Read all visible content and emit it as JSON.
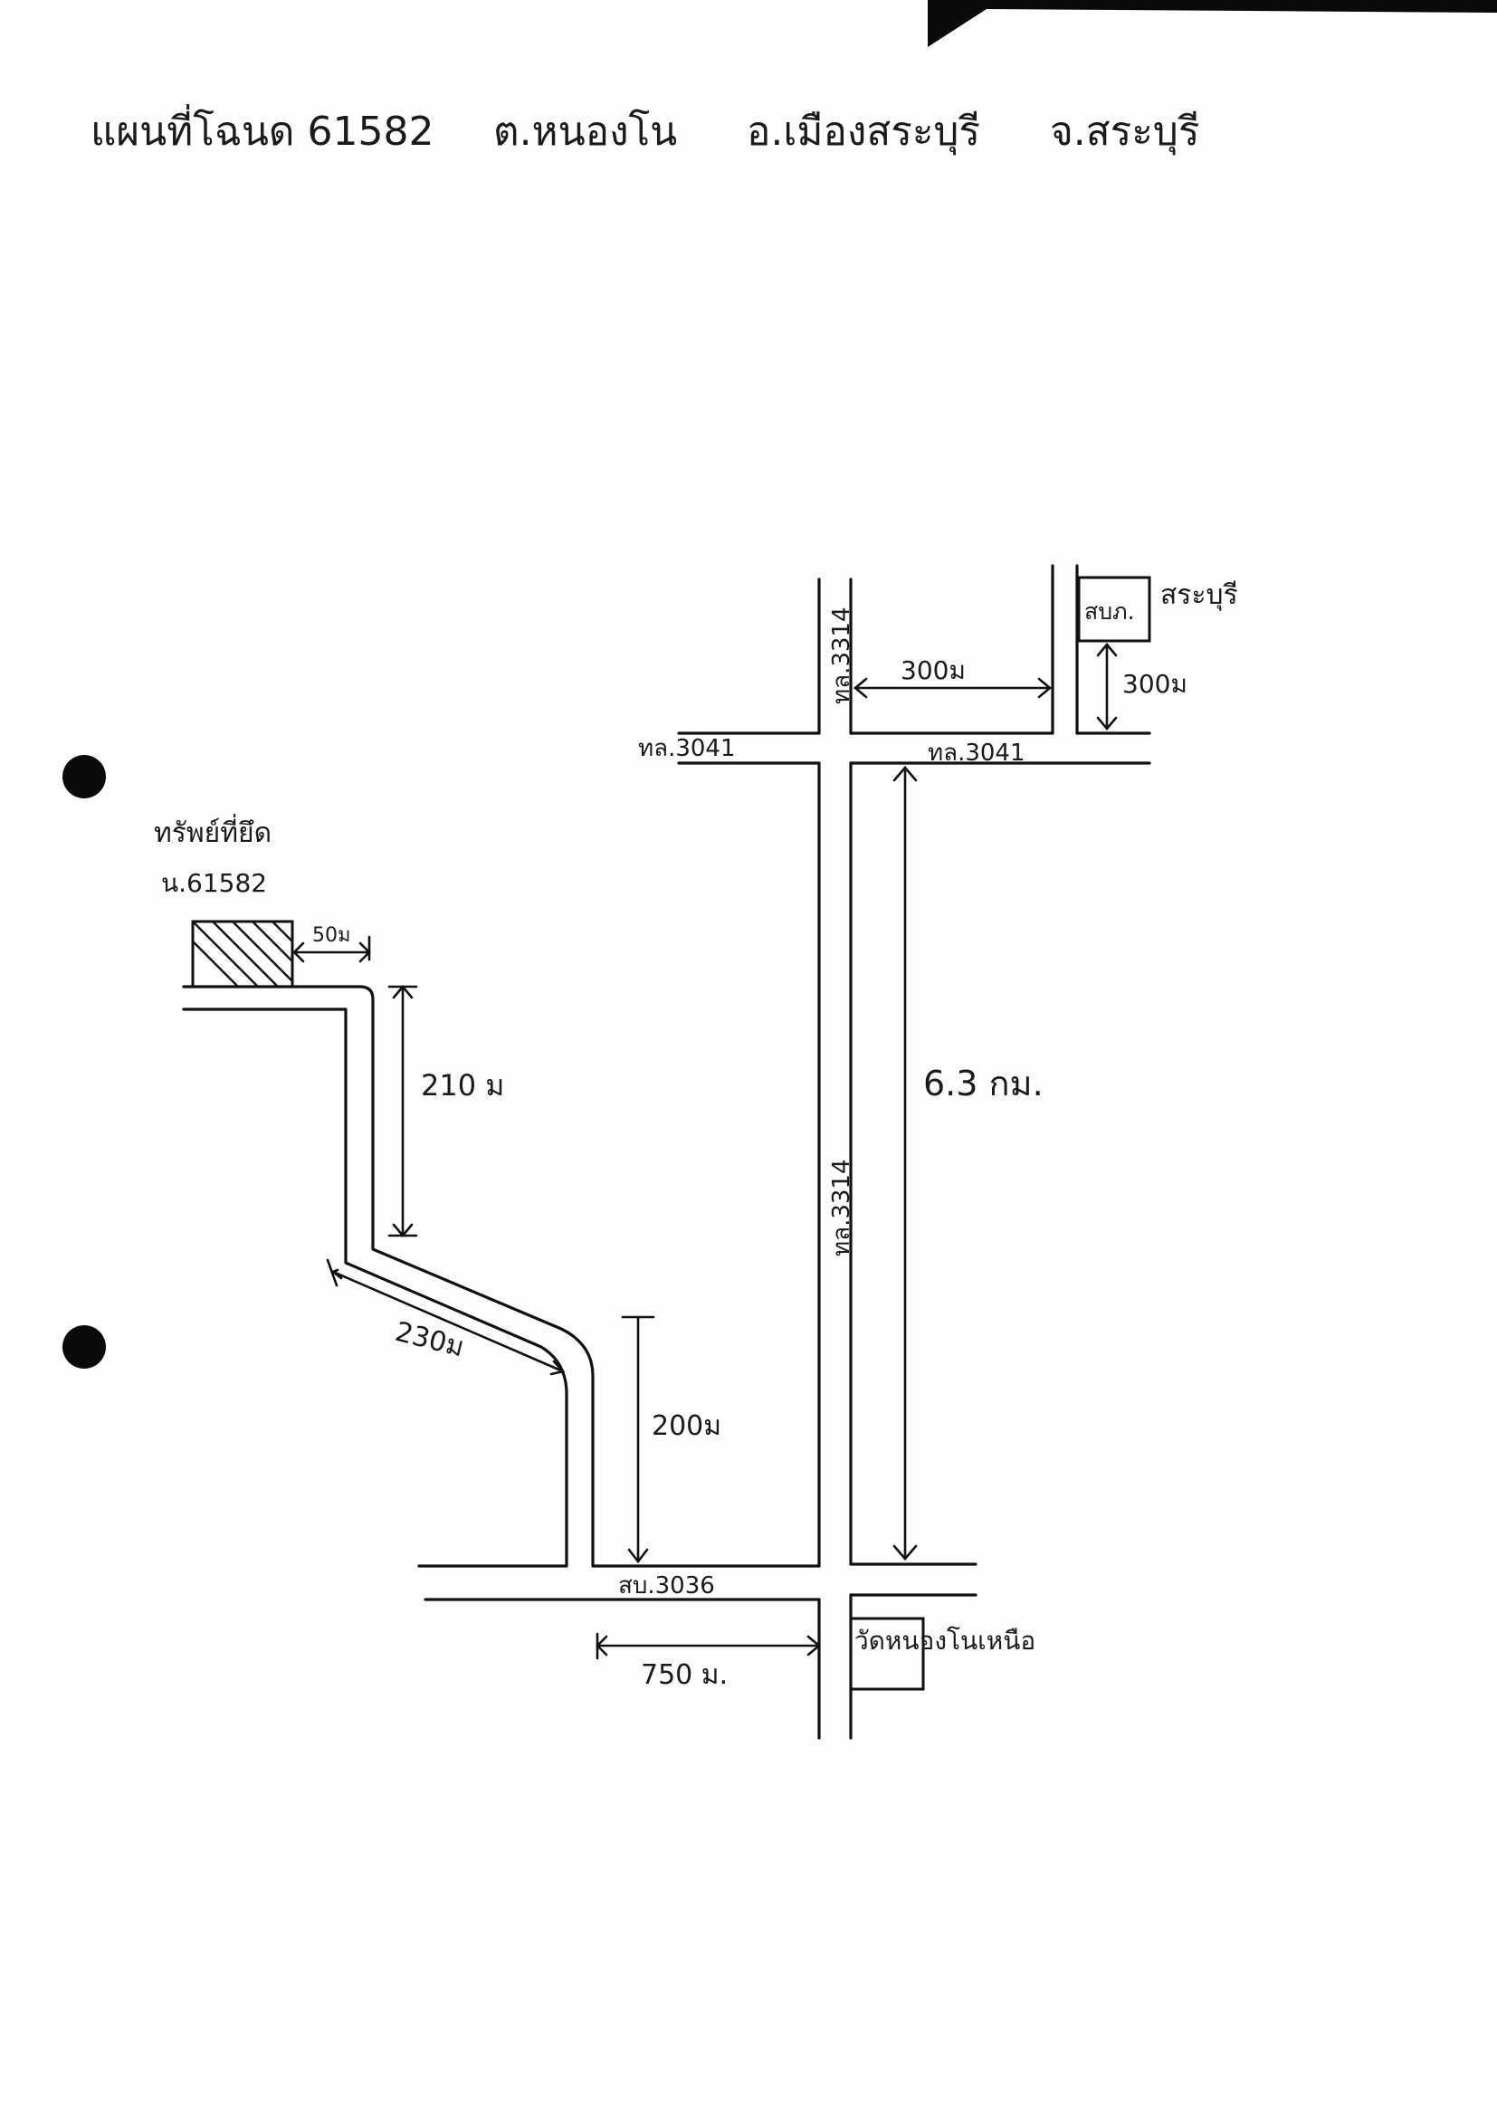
{
  "header": {
    "title": "แผนที่โฉนด 61582",
    "subdistrict": "ต.หนองโน",
    "district": "อ.เมืองสระบุรี",
    "province": "จ.สระบุรี"
  },
  "property": {
    "label_line1": "ทรัพย์ที่ยึด",
    "label_line2": "น.61582"
  },
  "roads": {
    "route_3314_top": "ทล.3314",
    "route_3314_main": "ทล.3314",
    "route_3041_left": "ทล.3041",
    "route_3041_right": "ทล.3041",
    "route_3036": "สบ.3036"
  },
  "landmarks": {
    "office": "สบภ.",
    "office_suffix": "สระบุรี",
    "temple": "วัดหนองโนเหนือ"
  },
  "distances": {
    "d_50": "50ม",
    "d_210": "210 ม",
    "d_230": "230ม",
    "d_200": "200ม",
    "d_750": "750 ม.",
    "d_6_3": "6.3 กม.",
    "d_300_h": "300ม",
    "d_300_v": "300ม"
  },
  "colors": {
    "ink": "#111111",
    "paper": "#fdfdfb",
    "scan_edge": "#0a0a0a"
  }
}
